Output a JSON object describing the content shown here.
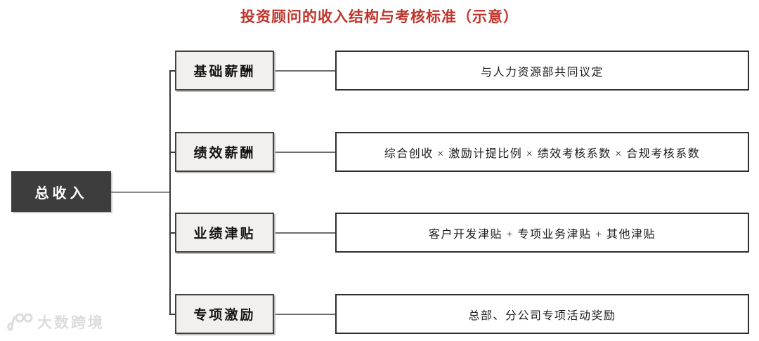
{
  "title": "投资顾问的收入结构与考核标准（示意）",
  "root": {
    "label": "总收入"
  },
  "rows": [
    {
      "category": "基础薪酬",
      "detail": "与人力资源部共同议定"
    },
    {
      "category": "绩效薪酬",
      "detail": "综合创收 × 激励计提比例 × 绩效考核系数 × 合规考核系数"
    },
    {
      "category": "业绩津贴",
      "detail": "客户开发津贴 + 专项业务津贴 + 其他津贴"
    },
    {
      "category": "专项激励",
      "detail": "总部、分公司专项活动奖励"
    }
  ],
  "watermark": {
    "logo": "100",
    "text": "大数跨境"
  },
  "colors": {
    "title_red": "#bf342b",
    "root_box_bg": "#3d3d3d",
    "root_box_text": "#ffffff",
    "category_box_bg": "#f1f0ee",
    "category_box_border": "#414141",
    "detail_box_border": "#2e2e2e",
    "connector_gray": "#6d6d6d",
    "watermark_gray": "#dcdcdc",
    "background": "#ffffff"
  }
}
